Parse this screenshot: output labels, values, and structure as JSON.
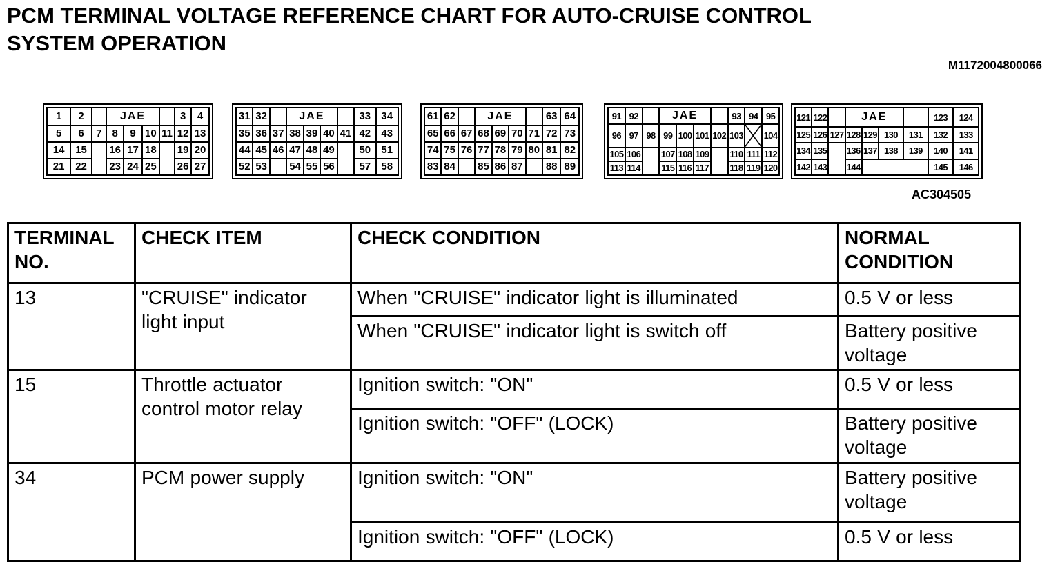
{
  "page": {
    "title_line1": "PCM TERMINAL VOLTAGE REFERENCE CHART FOR AUTO-CRUISE CONTROL",
    "title_line2": "SYSTEM OPERATION",
    "doc_code": "M1172004800066",
    "figure_code": "AC304505"
  },
  "connectors": [
    {
      "id": "connector-1",
      "rows": [
        [
          {
            "label": "1"
          },
          {
            "label": "2"
          },
          {
            "type": "gap"
          },
          {
            "type": "jae",
            "label": "JAE",
            "span": 3
          },
          {
            "type": "gap"
          },
          {
            "label": "3"
          },
          {
            "label": "4"
          }
        ],
        [
          {
            "label": "5"
          },
          {
            "label": "6"
          },
          {
            "label": "7"
          },
          {
            "label": "8"
          },
          {
            "label": "9"
          },
          {
            "label": "10"
          },
          {
            "label": "11"
          },
          {
            "label": "12"
          },
          {
            "label": "13"
          }
        ],
        [
          {
            "label": "14"
          },
          {
            "label": "15"
          },
          {
            "type": "gap"
          },
          {
            "label": "16"
          },
          {
            "label": "17"
          },
          {
            "label": "18"
          },
          {
            "type": "gap"
          },
          {
            "label": "19"
          },
          {
            "label": "20"
          }
        ],
        [
          {
            "label": "21"
          },
          {
            "label": "22"
          },
          {
            "type": "gap"
          },
          {
            "label": "23"
          },
          {
            "label": "24"
          },
          {
            "label": "25"
          },
          {
            "type": "gap"
          },
          {
            "label": "26"
          },
          {
            "label": "27"
          }
        ]
      ]
    },
    {
      "id": "connector-2",
      "rows": [
        [
          {
            "label": "31"
          },
          {
            "label": "32"
          },
          {
            "type": "gap"
          },
          {
            "type": "jae",
            "label": "JAE",
            "span": 3
          },
          {
            "type": "gap"
          },
          {
            "label": "33"
          },
          {
            "label": "34"
          }
        ],
        [
          {
            "label": "35"
          },
          {
            "label": "36"
          },
          {
            "label": "37"
          },
          {
            "label": "38"
          },
          {
            "label": "39"
          },
          {
            "label": "40"
          },
          {
            "label": "41"
          },
          {
            "label": "42"
          },
          {
            "label": "43"
          }
        ],
        [
          {
            "label": "44"
          },
          {
            "label": "45"
          },
          {
            "label": "46"
          },
          {
            "label": "47"
          },
          {
            "label": "48"
          },
          {
            "label": "49"
          },
          {
            "type": "gap"
          },
          {
            "label": "50"
          },
          {
            "label": "51"
          }
        ],
        [
          {
            "label": "52"
          },
          {
            "label": "53"
          },
          {
            "type": "gap"
          },
          {
            "label": "54"
          },
          {
            "label": "55"
          },
          {
            "label": "56"
          },
          {
            "type": "gap"
          },
          {
            "label": "57"
          },
          {
            "label": "58"
          }
        ]
      ]
    },
    {
      "id": "connector-3",
      "rows": [
        [
          {
            "label": "61"
          },
          {
            "label": "62"
          },
          {
            "type": "gap"
          },
          {
            "type": "jae",
            "label": "JAE",
            "span": 3
          },
          {
            "type": "gap"
          },
          {
            "label": "63"
          },
          {
            "label": "64"
          }
        ],
        [
          {
            "label": "65"
          },
          {
            "label": "66"
          },
          {
            "label": "67"
          },
          {
            "label": "68"
          },
          {
            "label": "69"
          },
          {
            "label": "70"
          },
          {
            "label": "71"
          },
          {
            "label": "72"
          },
          {
            "label": "73"
          }
        ],
        [
          {
            "label": "74"
          },
          {
            "label": "75"
          },
          {
            "label": "76"
          },
          {
            "label": "77"
          },
          {
            "label": "78"
          },
          {
            "label": "79"
          },
          {
            "label": "80"
          },
          {
            "label": "81"
          },
          {
            "label": "82"
          }
        ],
        [
          {
            "label": "83"
          },
          {
            "label": "84"
          },
          {
            "type": "gap"
          },
          {
            "label": "85"
          },
          {
            "label": "86"
          },
          {
            "label": "87"
          },
          {
            "type": "gap"
          },
          {
            "label": "88"
          },
          {
            "label": "89"
          }
        ]
      ]
    },
    {
      "id": "connector-4",
      "rows": [
        [
          {
            "label": "91"
          },
          {
            "label": "92"
          },
          {
            "type": "gap"
          },
          {
            "type": "jae",
            "label": "JAE",
            "span": 3
          },
          {
            "type": "gap"
          },
          {
            "label": "93"
          },
          {
            "label": "94"
          },
          {
            "label": "95"
          }
        ],
        [
          {
            "label": "96"
          },
          {
            "label": "97"
          },
          {
            "label": "98"
          },
          {
            "label": "99"
          },
          {
            "label": "100"
          },
          {
            "label": "101"
          },
          {
            "label": "102"
          },
          {
            "label": "103"
          },
          {
            "type": "x"
          },
          {
            "label": "104"
          }
        ],
        [
          {
            "label": "105"
          },
          {
            "label": "106"
          },
          {
            "type": "gap"
          },
          {
            "label": "107"
          },
          {
            "label": "108"
          },
          {
            "label": "109"
          },
          {
            "type": "gap"
          },
          {
            "label": "110"
          },
          {
            "label": "111"
          },
          {
            "label": "112"
          }
        ],
        [
          {
            "label": "113"
          },
          {
            "label": "114"
          },
          {
            "type": "gap"
          },
          {
            "label": "115"
          },
          {
            "label": "116"
          },
          {
            "label": "117"
          },
          {
            "type": "gap"
          },
          {
            "label": "118"
          },
          {
            "label": "119"
          },
          {
            "label": "120"
          }
        ]
      ]
    },
    {
      "id": "connector-5",
      "rows": [
        [
          {
            "label": "121"
          },
          {
            "label": "122"
          },
          {
            "type": "gap"
          },
          {
            "type": "jae",
            "label": "JAE",
            "span": 3
          },
          {
            "type": "gap"
          },
          {
            "label": "123"
          },
          {
            "label": "124"
          }
        ],
        [
          {
            "label": "125"
          },
          {
            "label": "126"
          },
          {
            "label": "127"
          },
          {
            "label": "128"
          },
          {
            "label": "129"
          },
          {
            "label": "130"
          },
          {
            "label": "131"
          },
          {
            "label": "132"
          },
          {
            "label": "133"
          }
        ],
        [
          {
            "label": "134"
          },
          {
            "label": "135"
          },
          {
            "type": "gap"
          },
          {
            "label": "136"
          },
          {
            "label": "137"
          },
          {
            "label": "138"
          },
          {
            "label": "139"
          },
          {
            "label": "140"
          },
          {
            "label": "141"
          }
        ],
        [
          {
            "label": "142"
          },
          {
            "label": "143"
          },
          {
            "type": "gap"
          },
          {
            "label": "144"
          },
          {
            "type": "gap"
          },
          {
            "type": "gap"
          },
          {
            "type": "gap"
          },
          {
            "label": "145"
          },
          {
            "label": "146"
          }
        ]
      ]
    }
  ],
  "table": {
    "headers": [
      "TERMINAL NO.",
      "CHECK ITEM",
      "CHECK CONDITION",
      "NORMAL CONDITION"
    ],
    "rows": [
      {
        "terminal": "13",
        "check_item": "\"CRUISE\" indicator light input",
        "conditions": [
          {
            "check_condition": "When \"CRUISE\" indicator light is illuminated",
            "normal_condition": "0.5 V or less"
          },
          {
            "check_condition": "When \"CRUISE\" indicator light is switch off",
            "normal_condition": "Battery positive voltage"
          }
        ]
      },
      {
        "terminal": "15",
        "check_item": "Throttle actuator control motor relay",
        "conditions": [
          {
            "check_condition": "Ignition switch: \"ON\"",
            "normal_condition": "0.5 V or less"
          },
          {
            "check_condition": "Ignition switch: \"OFF\" (LOCK)",
            "normal_condition": "Battery positive voltage"
          }
        ]
      },
      {
        "terminal": "34",
        "check_item": "PCM power supply",
        "conditions": [
          {
            "check_condition": "Ignition switch: \"ON\"",
            "normal_condition": "Battery positive voltage"
          },
          {
            "check_condition": "Ignition switch: \"OFF\" (LOCK)",
            "normal_condition": "0.5 V or less"
          }
        ]
      }
    ]
  }
}
